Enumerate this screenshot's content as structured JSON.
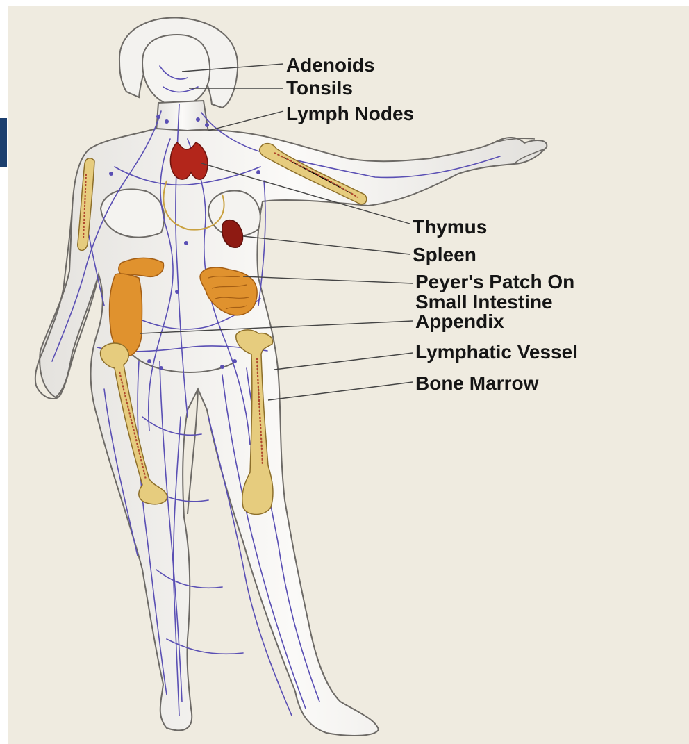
{
  "labels": {
    "adenoids": "Adenoids",
    "tonsils": "Tonsils",
    "lymph_nodes": "Lymph Nodes",
    "thymus": "Thymus",
    "spleen": "Spleen",
    "peyers_patch_line1": "Peyer's Patch On",
    "peyers_patch_line2": "Small Intestine",
    "appendix": "Appendix",
    "lymphatic_vessel": "Lymphatic Vessel",
    "bone_marrow": "Bone Marrow"
  },
  "colors": {
    "background": "#efebe0",
    "skin": "#f7f6f3",
    "body_outline": "#6d6a66",
    "vessel": "#5a4fb4",
    "heart_thymus": "#b3261b",
    "spleen": "#8e1a12",
    "intestine": "#e0922e",
    "bone": "#e6cc7e",
    "marrow": "#b0462c",
    "leader_line": "#444444",
    "text": "#151515",
    "side_tab": "#1c3f6e"
  }
}
